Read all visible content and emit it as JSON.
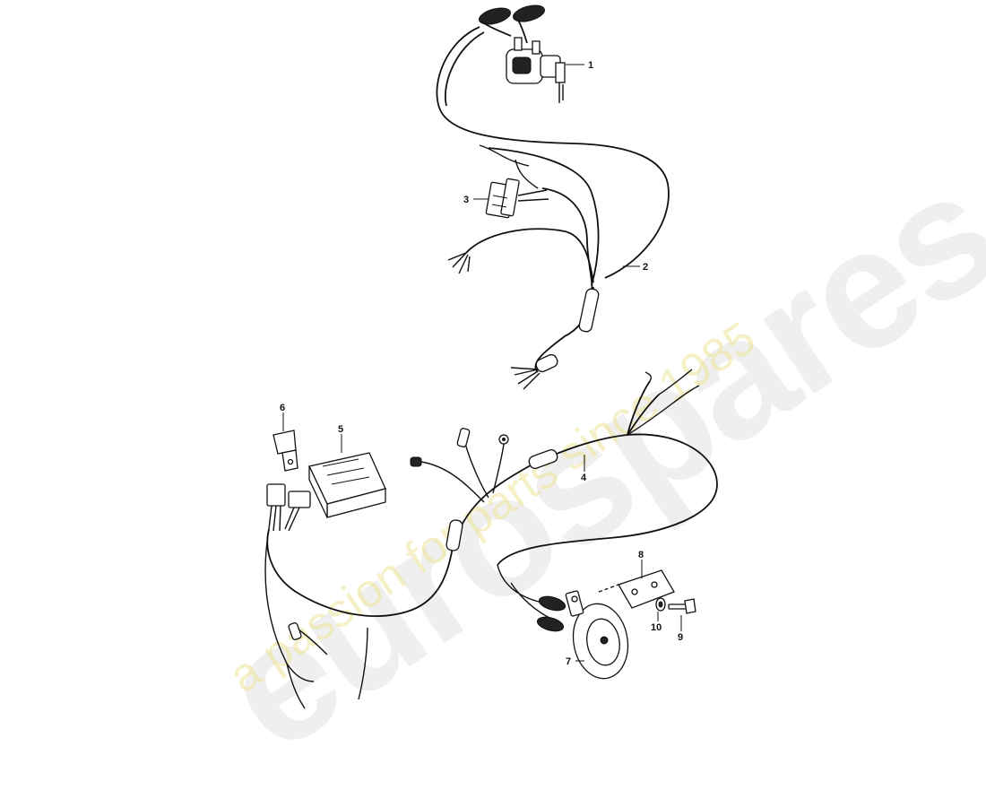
{
  "watermark": {
    "brand": "eurospares",
    "tagline": "a passion for parts since 1985"
  },
  "callouts": [
    {
      "id": "1",
      "label": "1"
    },
    {
      "id": "2",
      "label": "2"
    },
    {
      "id": "3",
      "label": "3"
    },
    {
      "id": "4",
      "label": "4"
    },
    {
      "id": "5",
      "label": "5"
    },
    {
      "id": "6",
      "label": "6"
    },
    {
      "id": "7",
      "label": "7"
    },
    {
      "id": "8",
      "label": "8"
    },
    {
      "id": "9",
      "label": "9"
    },
    {
      "id": "10",
      "label": "10"
    }
  ]
}
